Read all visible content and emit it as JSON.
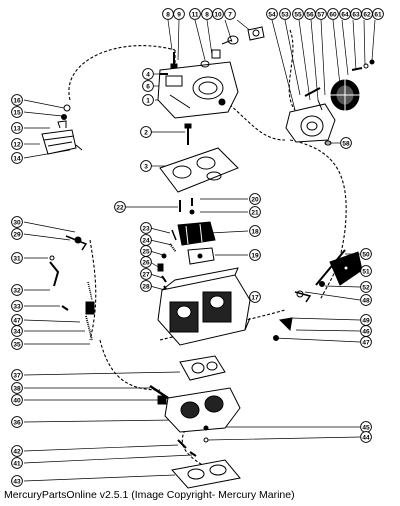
{
  "caption": "MercuryPartsOnline v2.5.1 (Image Copyright- Mercury Marine)",
  "callouts": [
    {
      "id": "c-8",
      "label": "8"
    },
    {
      "id": "c-9",
      "label": "9"
    },
    {
      "id": "c-11",
      "label": "11"
    },
    {
      "id": "c-8b",
      "label": "8"
    },
    {
      "id": "c-10",
      "label": "10"
    },
    {
      "id": "c-7",
      "label": "7"
    },
    {
      "id": "c-54",
      "label": "54"
    },
    {
      "id": "c-53",
      "label": "53"
    },
    {
      "id": "c-55",
      "label": "55"
    },
    {
      "id": "c-56",
      "label": "56"
    },
    {
      "id": "c-57",
      "label": "57"
    },
    {
      "id": "c-60",
      "label": "60"
    },
    {
      "id": "c-64",
      "label": "64"
    },
    {
      "id": "c-63",
      "label": "63"
    },
    {
      "id": "c-62",
      "label": "62"
    },
    {
      "id": "c-61",
      "label": "61"
    },
    {
      "id": "c-4",
      "label": "4"
    },
    {
      "id": "c-6",
      "label": "6"
    },
    {
      "id": "c-1",
      "label": "1"
    },
    {
      "id": "c-16",
      "label": "16"
    },
    {
      "id": "c-15",
      "label": "15"
    },
    {
      "id": "c-13",
      "label": "13"
    },
    {
      "id": "c-12",
      "label": "12"
    },
    {
      "id": "c-14",
      "label": "14"
    },
    {
      "id": "c-2",
      "label": "2"
    },
    {
      "id": "c-58",
      "label": "58"
    },
    {
      "id": "c-3",
      "label": "3"
    },
    {
      "id": "c-22",
      "label": "22"
    },
    {
      "id": "c-20",
      "label": "20"
    },
    {
      "id": "c-21",
      "label": "21"
    },
    {
      "id": "c-30",
      "label": "30"
    },
    {
      "id": "c-29",
      "label": "29"
    },
    {
      "id": "c-23",
      "label": "23"
    },
    {
      "id": "c-24",
      "label": "24"
    },
    {
      "id": "c-18",
      "label": "18"
    },
    {
      "id": "c-25",
      "label": "25"
    },
    {
      "id": "c-26",
      "label": "26"
    },
    {
      "id": "c-19",
      "label": "19"
    },
    {
      "id": "c-31",
      "label": "31"
    },
    {
      "id": "c-27",
      "label": "27"
    },
    {
      "id": "c-28",
      "label": "28"
    },
    {
      "id": "c-32",
      "label": "32"
    },
    {
      "id": "c-50",
      "label": "50"
    },
    {
      "id": "c-51",
      "label": "51"
    },
    {
      "id": "c-52",
      "label": "52"
    },
    {
      "id": "c-17",
      "label": "17"
    },
    {
      "id": "c-48",
      "label": "48"
    },
    {
      "id": "c-33",
      "label": "33"
    },
    {
      "id": "c-47",
      "label": "47"
    },
    {
      "id": "c-34",
      "label": "34"
    },
    {
      "id": "c-35",
      "label": "35"
    },
    {
      "id": "c-49",
      "label": "49"
    },
    {
      "id": "c-46",
      "label": "46"
    },
    {
      "id": "c-47b",
      "label": "47"
    },
    {
      "id": "c-37",
      "label": "37"
    },
    {
      "id": "c-38",
      "label": "38"
    },
    {
      "id": "c-40",
      "label": "40"
    },
    {
      "id": "c-36",
      "label": "36"
    },
    {
      "id": "c-45",
      "label": "45"
    },
    {
      "id": "c-44",
      "label": "44"
    },
    {
      "id": "c-42",
      "label": "42"
    },
    {
      "id": "c-41",
      "label": "41"
    },
    {
      "id": "c-43",
      "label": "43"
    }
  ]
}
